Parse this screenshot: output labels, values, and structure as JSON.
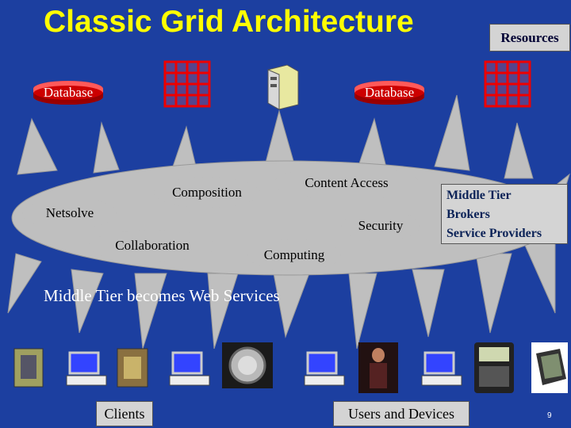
{
  "title": "Classic Grid Architecture",
  "labels": {
    "resources": "Resources",
    "database_left": "Database",
    "database_right": "Database",
    "composition": "Composition",
    "content_access": "Content Access",
    "netsolve": "Netsolve",
    "security": "Security",
    "collaboration": "Collaboration",
    "computing": "Computing",
    "middle_tier_lines": [
      "Middle Tier",
      "Brokers",
      "Service Providers"
    ],
    "web_services": "Middle Tier becomes Web Services",
    "clients": "Clients",
    "users_devices": "Users and Devices",
    "page_number": "9"
  },
  "colors": {
    "background": "#1c3fa0",
    "title": "#ffff00",
    "cloud": "#bfbfbf",
    "database": "#cc0000",
    "grid_resource": "#dd0000"
  },
  "icons": [
    "grid-resource-icon",
    "server-icon",
    "pc-client-icon",
    "phone-icon",
    "palm-device-icon",
    "java-ring-icon",
    "person-photo-icon",
    "pda-icon",
    "laptop-icon"
  ]
}
